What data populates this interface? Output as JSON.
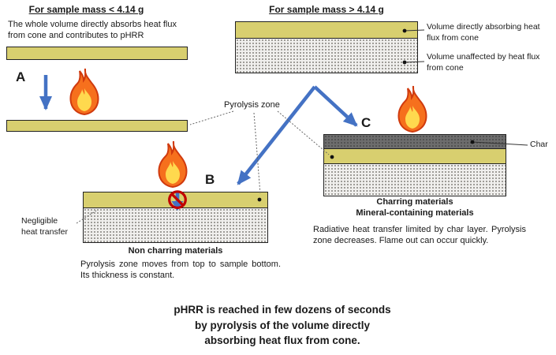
{
  "colors": {
    "slab_yellow": "#d8cf6f",
    "slab_gray_bg": "#f0efed",
    "slab_gray_dot": "#8f8d88",
    "char_gray": "#6d6d6d",
    "arrow_blue": "#4472c4",
    "prohibition_red": "#c00000",
    "text": "#1a1a1a"
  },
  "icons": {
    "flame": "flame-icon",
    "no_heat_transfer": "prohibition-icon"
  },
  "left_panel": {
    "heading": "For sample mass < 4.14 g",
    "description": "The whole volume directly absorbs heat flux from cone and contributes to pHRR",
    "label": "A"
  },
  "right_panel": {
    "heading": "For sample mass > 4.14 g",
    "volume_absorbing_label": "Volume directly absorbing heat flux from cone",
    "volume_unaffected_label": "Volume unaffected by heat flux from cone"
  },
  "pyrolysis_zone_label": "Pyrolysis zone",
  "scenario_b": {
    "label": "B",
    "negligible_label": "Negligible heat transfer",
    "title": "Non charring materials",
    "description": "Pyrolysis zone moves from top to sample bottom. Its thickness is constant."
  },
  "scenario_c": {
    "label": "C",
    "char_label": "Char",
    "title_line1": "Charring materials",
    "title_line2": "Mineral-containing materials",
    "description": "Radiative heat transfer limited by char layer. Pyrolysis zone decreases. Flame out can occur quickly."
  },
  "footer": {
    "lines": [
      "pHRR is reached in few dozens of seconds",
      "by pyrolysis of the volume directly",
      "absorbing heat flux from cone."
    ]
  }
}
